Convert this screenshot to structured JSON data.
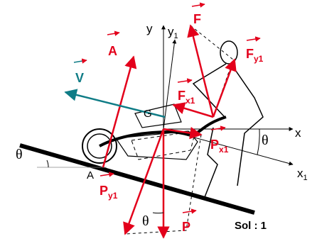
{
  "diagram": {
    "colors": {
      "force": "#e3001b",
      "velocity": "#0f7c86",
      "ink": "#000000",
      "ground": "#000000"
    },
    "labels": {
      "axis_y": "y",
      "axis_y1_main": "y",
      "axis_y1_sub": "1",
      "axis_x": "x",
      "axis_x1_main": "x",
      "axis_x1_sub": "1",
      "point_G": "G",
      "point_A": "A",
      "theta_left": "θ",
      "theta_right": "θ",
      "theta_bottom": "θ",
      "ground": "Sol : 1"
    },
    "vectors": [
      {
        "id": "A",
        "main": "A",
        "sub": ""
      },
      {
        "id": "V",
        "main": "V",
        "sub": ""
      },
      {
        "id": "F",
        "main": "F",
        "sub": ""
      },
      {
        "id": "Fy1",
        "main": "F",
        "sub": "y1"
      },
      {
        "id": "Fx1",
        "main": "F",
        "sub": "x1"
      },
      {
        "id": "Px1",
        "main": "P",
        "sub": "x1"
      },
      {
        "id": "Py1",
        "main": "P",
        "sub": "y1"
      },
      {
        "id": "P",
        "main": "P",
        "sub": ""
      }
    ]
  }
}
